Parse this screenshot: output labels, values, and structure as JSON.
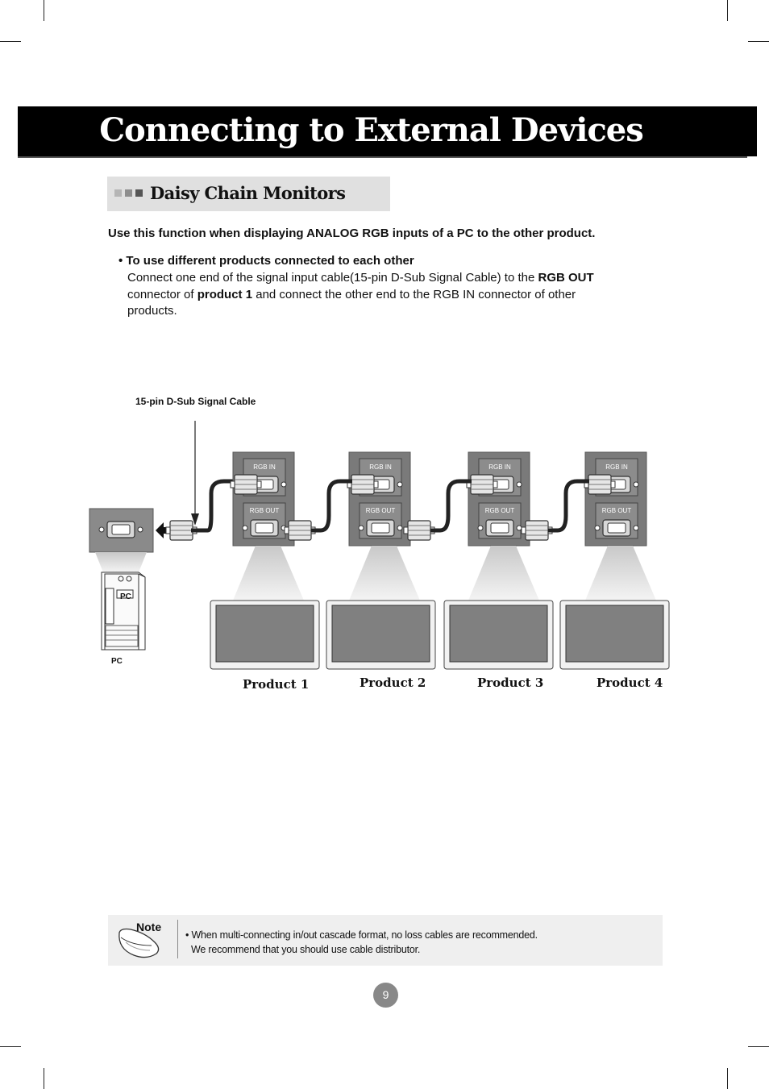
{
  "header": {
    "title": "Connecting to External Devices"
  },
  "section": {
    "title": "Daisy Chain Monitors"
  },
  "intro": "Use this function when displaying ANALOG RGB inputs of a PC to the other product.",
  "instructions": {
    "heading": "To use different products connected to each other",
    "line1_part1": "Connect one end of the signal input cable(15-pin D-Sub Signal Cable) to the ",
    "line1_bold": "RGB OUT",
    "line2_part1": "connector of ",
    "line2_bold": "product 1",
    "line2_part2": " and connect the other end to the RGB IN connector of other",
    "line3": "products."
  },
  "diagram": {
    "cable_label": "15-pin D-Sub Signal Cable",
    "pc_label": "PC",
    "pc_sticker": "PC",
    "port_in_label": "RGB IN",
    "port_out_label": "RGB OUT",
    "products": [
      "Product 1",
      "Product 2",
      "Product 3",
      "Product 4"
    ]
  },
  "note": {
    "label": "Note",
    "line1": "When multi-connecting in/out cascade format, no loss cables are recommended.",
    "line2": "We recommend that you should use cable distributor."
  },
  "page_number": "9",
  "colors": {
    "title_bg": "#000000",
    "section_bg": "#e0e0e0",
    "note_bg": "#efefef",
    "page_badge": "#888888",
    "port_panel": "#7a7a7a"
  }
}
